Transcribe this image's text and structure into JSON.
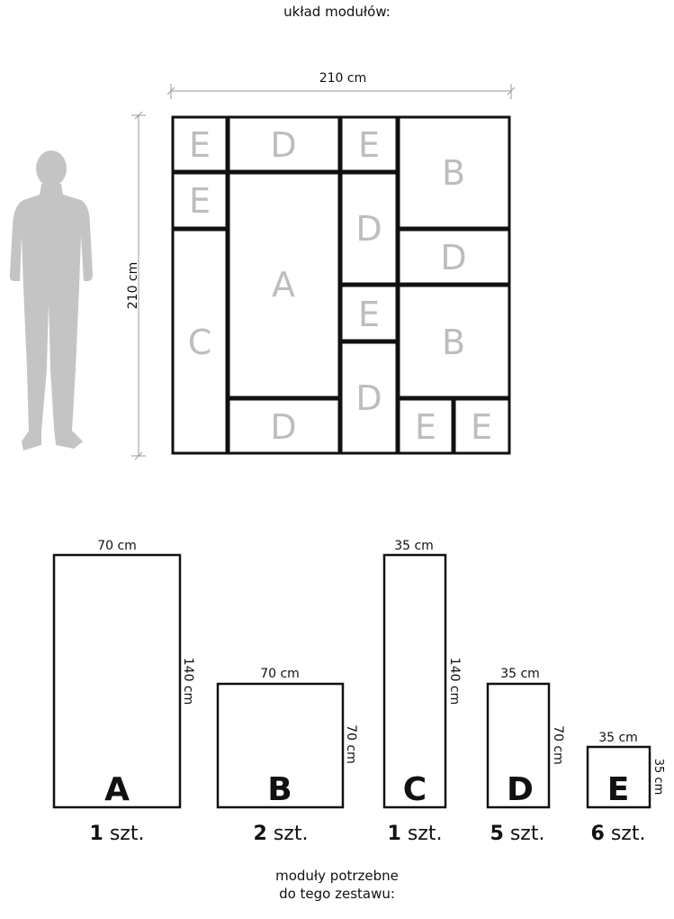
{
  "layout_title": "układ modułów:",
  "overall": {
    "width_label": "210 cm",
    "height_label": "210 cm"
  },
  "grid_cells": [
    {
      "letter": "E"
    },
    {
      "letter": "D"
    },
    {
      "letter": "E"
    },
    {
      "letter": "B"
    },
    {
      "letter": "E"
    },
    {
      "letter": "A"
    },
    {
      "letter": "D"
    },
    {
      "letter": "D"
    },
    {
      "letter": "C"
    },
    {
      "letter": "E"
    },
    {
      "letter": "B"
    },
    {
      "letter": "D"
    },
    {
      "letter": "D"
    },
    {
      "letter": "E"
    },
    {
      "letter": "E"
    }
  ],
  "modules": [
    {
      "letter": "A",
      "width": "70 cm",
      "height": "140 cm",
      "count": "1",
      "unit": "szt."
    },
    {
      "letter": "B",
      "width": "70 cm",
      "height": "70 cm",
      "count": "2",
      "unit": "szt."
    },
    {
      "letter": "C",
      "width": "35 cm",
      "height": "140 cm",
      "count": "1",
      "unit": "szt."
    },
    {
      "letter": "D",
      "width": "35 cm",
      "height": "70 cm",
      "count": "5",
      "unit": "szt."
    },
    {
      "letter": "E",
      "width": "35 cm",
      "height": "35 cm",
      "count": "6",
      "unit": "szt."
    }
  ],
  "footer": {
    "line1": "moduły potrzebne",
    "line2": "do tego zestawu:"
  },
  "colors": {
    "stroke": "#111111",
    "grid_letter": "#bdbdbd",
    "silhouette": "#c4c4c4",
    "dim_line": "#999999"
  }
}
